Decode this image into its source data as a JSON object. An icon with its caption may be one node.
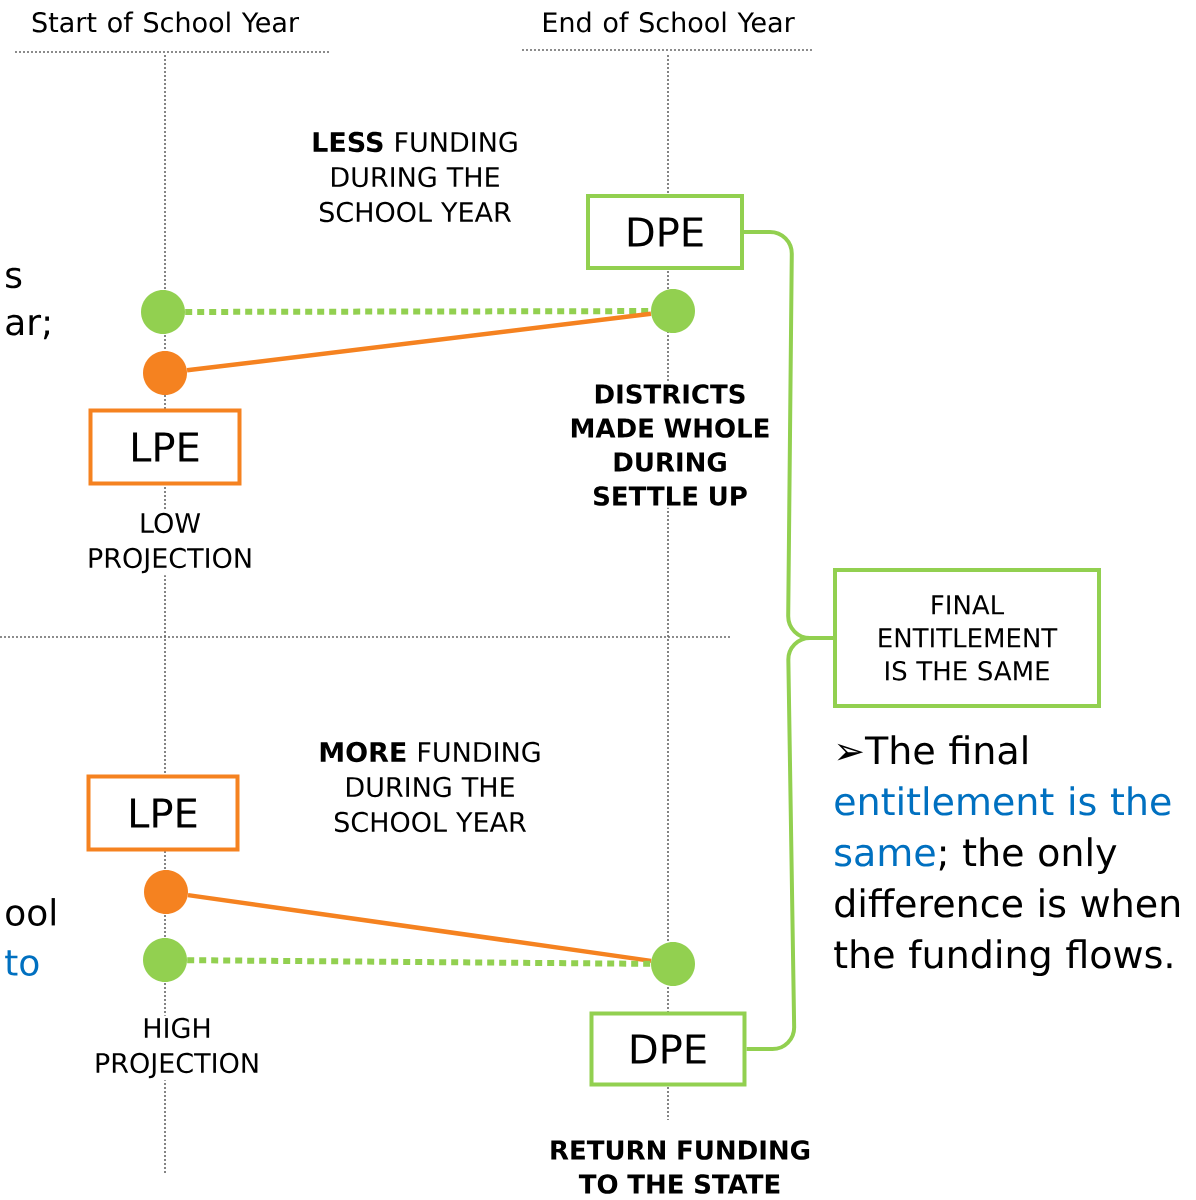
{
  "diagram": {
    "nodes": [
      {
        "text": [
          "DPE"
        ]
      },
      {
        "text": [
          "LPE"
        ]
      },
      {
        "text": [
          "LPE"
        ]
      },
      {
        "text": [
          "DPE"
        ]
      },
      {
        "text": [
          "FINAL ENTITLEMENT IS THE SAME"
        ]
      },
      {
        "text": [],
        "shape": "circle"
      },
      {
        "text": [],
        "shape": "circle"
      },
      {
        "text": [],
        "shape": "circle"
      },
      {
        "text": [],
        "shape": "circle"
      },
      {
        "text": [],
        "shape": "circle"
      },
      {
        "text": [],
        "shape": "circle"
      }
    ],
    "edges": [
      {
        "from": 5,
        "to": 7,
        "arrow": "none",
        "style": "dashed"
      },
      {
        "from": 6,
        "to": 7,
        "arrow": "none",
        "color": "#f58220"
      },
      {
        "from": 8,
        "to": 10,
        "arrow": "none",
        "color": "#f58220"
      },
      {
        "from": 9,
        "to": 10,
        "arrow": "none",
        "style": "dashed"
      },
      {
        "from": 0,
        "to": 4,
        "arrow": "none"
      },
      {
        "from": 3,
        "to": 4,
        "arrow": "none"
      }
    ],
    "labels": [
      "Start of School Year",
      "End of School Year",
      "**LESS** FUNDING DURING THE SCHOOL YEAR",
      "s",
      "ar;",
      "DISTRICTS MADE WHOLE DURING SETTLE UP",
      "LOW PROJECTION",
      "**MORE** FUNDING DURING THE SCHOOL YEAR",
      "➢The final",
      "entitlement is the same",
      "; the only difference is when the funding flows.",
      "ool",
      "to",
      "HIGH PROJECTION",
      "RETURN FUNDING TO THE STATE"
    ]
  }
}
